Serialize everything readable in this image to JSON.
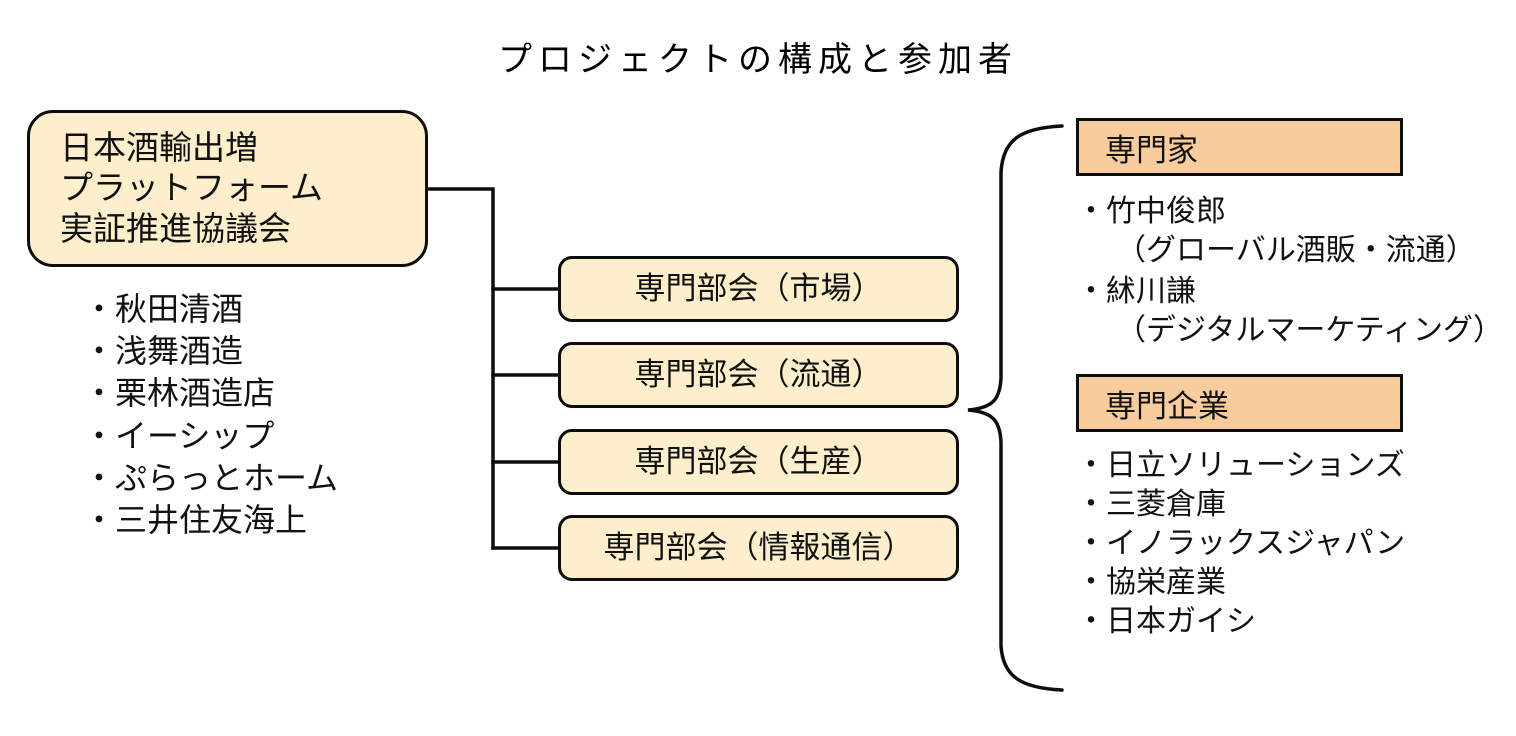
{
  "title": "プロジェクトの構成と参加者",
  "colors": {
    "box_fill": "#FDEFCB",
    "header_fill": "#F8CC9C",
    "stroke": "#0d0d0d",
    "text": "#111111",
    "background": "#ffffff"
  },
  "main_box": {
    "label": "日本酒輸出増\nプラットフォーム\n実証推進協議会"
  },
  "member_list": {
    "items": [
      "・秋田清酒",
      "・浅舞酒造",
      "・栗林酒造店",
      "・イーシップ",
      "・ぷらっとホーム",
      "・三井住友海上"
    ]
  },
  "committees": [
    {
      "label": "専門部会（市場）"
    },
    {
      "label": "専門部会（流通）"
    },
    {
      "label": "専門部会（生産）"
    },
    {
      "label": "専門部会（情報通信）"
    }
  ],
  "experts": {
    "header": "専門家",
    "items": [
      {
        "name": "・竹中俊郎",
        "detail": "（グローバル酒販・流通）"
      },
      {
        "name": "・絉川謙",
        "detail": "（デジタルマーケティング）"
      }
    ]
  },
  "companies": {
    "header": "専門企業",
    "items": [
      "・日立ソリューションズ",
      "・三菱倉庫",
      "・イノラックスジャパン",
      "・協栄産業",
      "・日本ガイシ"
    ]
  }
}
